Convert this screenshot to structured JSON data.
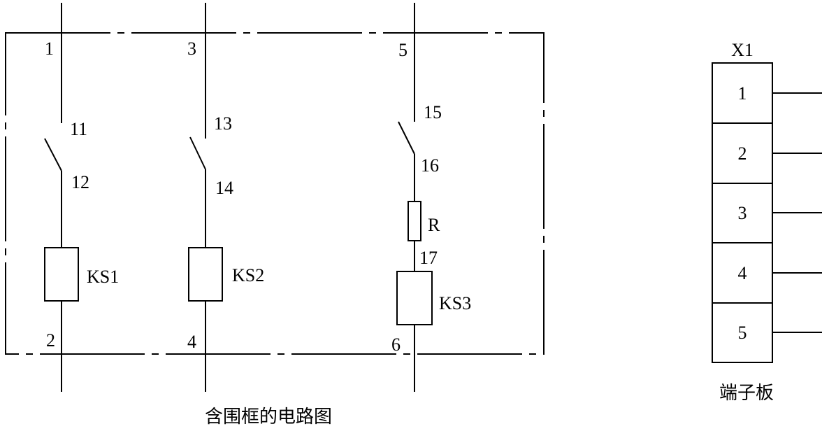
{
  "circuit": {
    "branches": [
      {
        "top_node": "1",
        "switch_in": "11",
        "switch_out": "12",
        "coil": "KS1",
        "bottom_node": "2"
      },
      {
        "top_node": "3",
        "switch_in": "13",
        "switch_out": "14",
        "coil": "KS2",
        "bottom_node": "4"
      },
      {
        "top_node": "5",
        "switch_in": "15",
        "switch_out": "16",
        "resistor": "R",
        "resistor_out": "17",
        "coil": "KS3",
        "bottom_node": "6"
      }
    ],
    "caption": "含围框的电路图"
  },
  "terminal_board": {
    "name": "X1",
    "terminals": [
      "1",
      "2",
      "3",
      "4",
      "5"
    ],
    "caption": "端子板"
  }
}
